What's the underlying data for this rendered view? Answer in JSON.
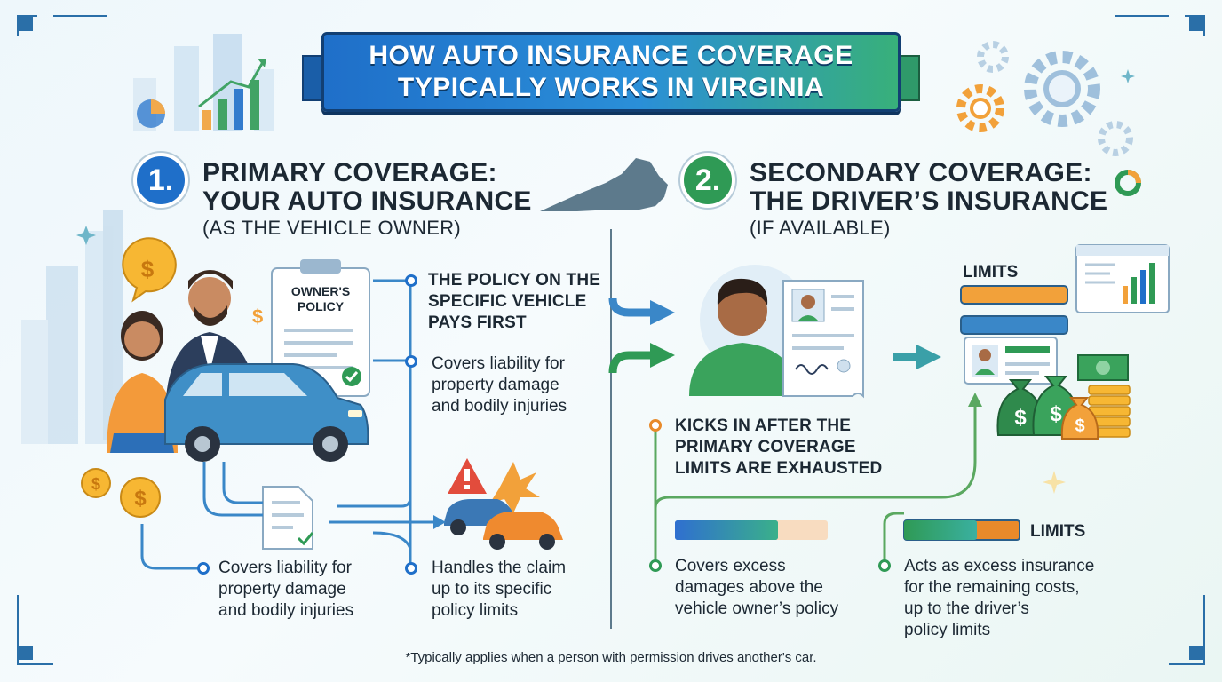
{
  "title": {
    "line1": "HOW AUTO INSURANCE COVERAGE",
    "line2": "TYPICALLY WORKS IN VIRGINIA"
  },
  "primary": {
    "number": "1.",
    "heading_line1": "PRIMARY COVERAGE:",
    "heading_line2": "YOUR AUTO INSURANCE",
    "subheading": "(AS THE VEHICLE OWNER)",
    "policy_label_line1": "OWNER'S",
    "policy_label_line2": "POLICY",
    "point1": [
      "THE POLICY ON THE",
      "SPECIFIC VEHICLE",
      "PAYS FIRST"
    ],
    "point2": [
      "Covers liability for",
      "property damage",
      "and bodily injuries"
    ],
    "point3": [
      "Covers liability for",
      "property damage",
      "and bodily injuries"
    ],
    "point4": [
      "Handles the claim",
      "up to its specific",
      "policy limits"
    ]
  },
  "secondary": {
    "number": "2.",
    "heading_line1": "SECONDARY COVERAGE:",
    "heading_line2": "THE DRIVER’S INSURANCE",
    "subheading": "(IF AVAILABLE)",
    "limits_top": "LIMITS",
    "limits_bottom": "LIMITS",
    "point1": [
      "KICKS IN AFTER THE",
      "PRIMARY COVERAGE",
      "LIMITS ARE EXHAUSTED"
    ],
    "point2": [
      "Covers excess",
      "damages above the",
      "vehicle owner’s policy"
    ],
    "point3": [
      "Acts as excess insurance",
      "for the remaining costs,",
      "up to the driver’s",
      "policy limits"
    ]
  },
  "footnote": "*Typically applies when a person with permission drives another's car.",
  "colors": {
    "blue": "#1f6fc9",
    "green": "#2f9a55",
    "orange": "#e88a2a"
  }
}
